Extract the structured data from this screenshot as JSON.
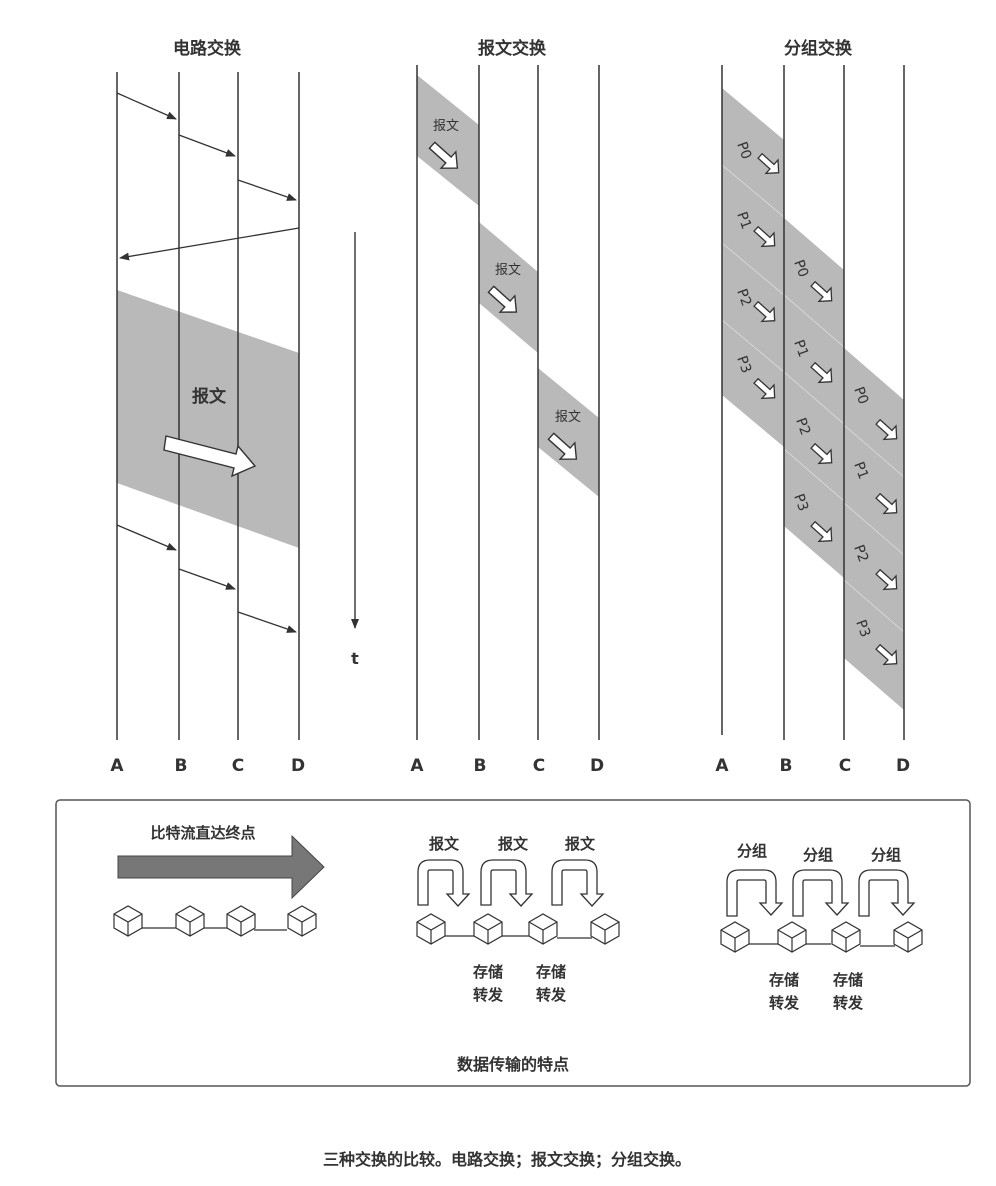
{
  "panels": {
    "circuit": {
      "title": "电路交换",
      "message_label": "报文"
    },
    "message": {
      "title": "报文交换",
      "message_labels": [
        "报文",
        "报文",
        "报文"
      ]
    },
    "packet": {
      "title": "分组交换",
      "packet_labels": [
        "P0",
        "P1",
        "P2",
        "P3",
        "P0",
        "P1",
        "P2",
        "P3",
        "P0",
        "P1",
        "P2",
        "P3"
      ]
    }
  },
  "nodes": [
    "A",
    "B",
    "C",
    "D"
  ],
  "time_axis": {
    "label": "t"
  },
  "features": {
    "title": "数据传输的特点",
    "circuit": {
      "label": "比特流直达终点"
    },
    "message": {
      "labels": [
        "报文",
        "报文",
        "报文"
      ],
      "store_forward": [
        "存储",
        "转发"
      ]
    },
    "packet": {
      "labels": [
        "分组",
        "分组",
        "分组"
      ],
      "store_forward": [
        "存储",
        "转发"
      ]
    }
  },
  "caption": "三种交换的比较。电路交换；报文交换；分组交换。",
  "colors": {
    "line": "#333333",
    "band": "#b9b9b9",
    "band_dark": "#a9a9a9",
    "border": "#555555"
  }
}
